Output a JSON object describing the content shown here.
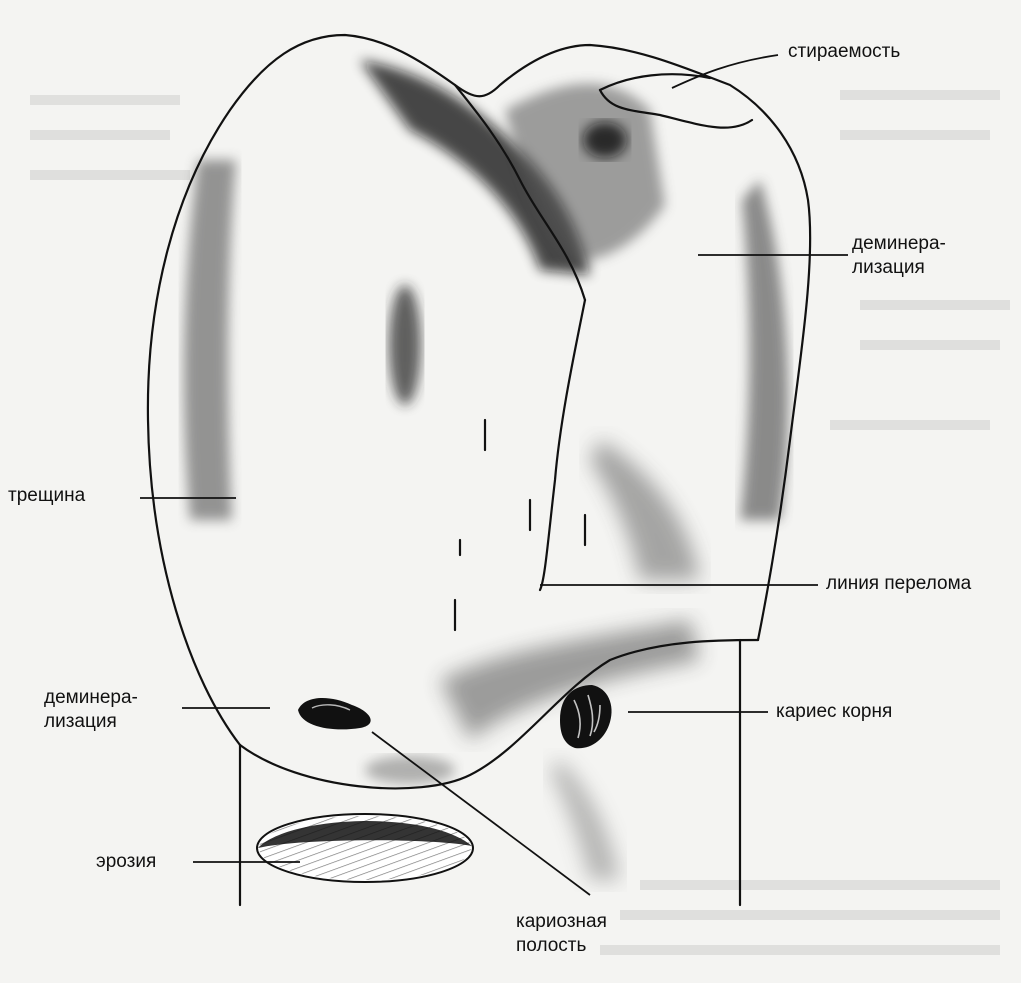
{
  "labels": {
    "wear": "стираемость",
    "demin_top": [
      "деминера-",
      "лизация"
    ],
    "crack": "трещина",
    "fracture_line": "линия перелома",
    "demin_bottom": [
      "деминера-",
      "лизация"
    ],
    "root_caries": "кариес корня",
    "erosion": "эрозия",
    "cavity": [
      "кариозная",
      "полость"
    ]
  },
  "colors": {
    "background": "#f4f4f2",
    "ink": "#111111",
    "shading": "#555555"
  }
}
